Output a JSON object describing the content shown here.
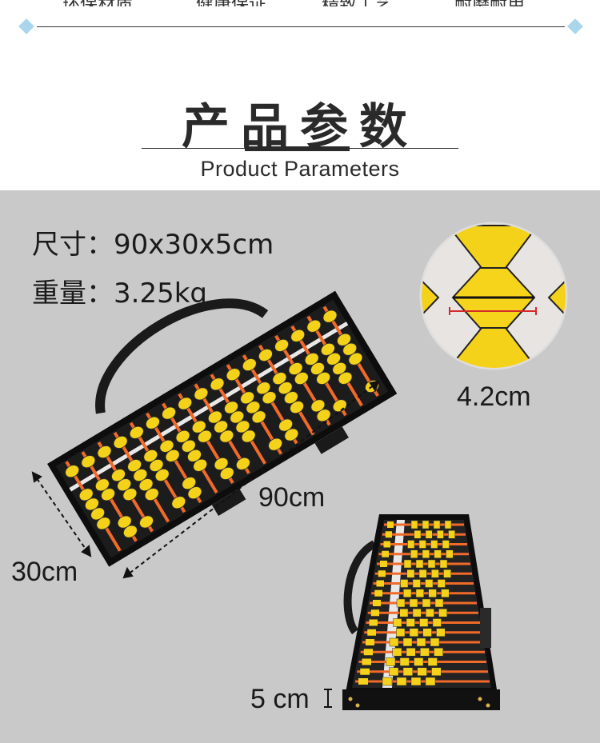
{
  "features": [
    "环保材质",
    "健康保证",
    "精致工艺",
    "耐磨耐用"
  ],
  "title_zh": "产品参数",
  "title_en": "Product Parameters",
  "specs": {
    "size": "尺寸：90x30x5cm",
    "weight": "重量：3.25kg"
  },
  "dimensions": {
    "bead_diameter": "4.2cm",
    "length": "90cm",
    "width": "30cm",
    "thickness": "5 cm"
  },
  "colors": {
    "bead": "#f5d21a",
    "rod": "#f06a2a",
    "frame": "#111111",
    "panel_bg": "#c9c9c9",
    "accent_diamond": "#a9d6ec"
  }
}
